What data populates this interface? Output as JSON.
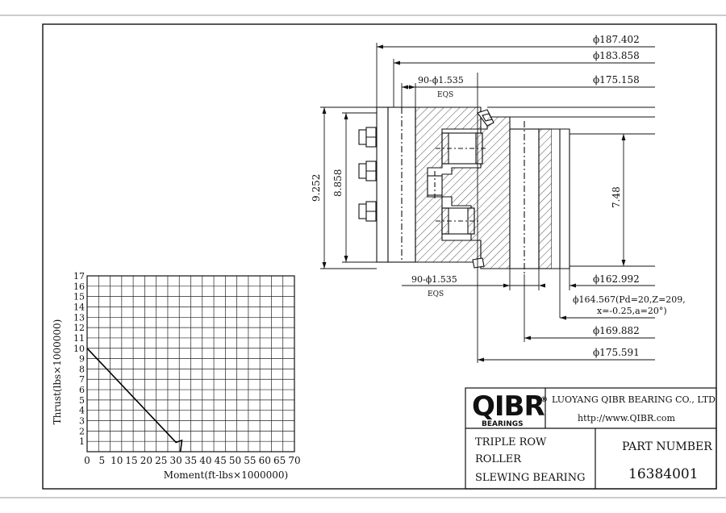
{
  "dimensions": {
    "d_187_402": "ϕ187.402",
    "d_183_858": "ϕ183.858",
    "d_175_158": "ϕ175.158",
    "holes_top": "90-ϕ1.535",
    "eqs_top": "EQS",
    "h_9_252": "9.252",
    "h_8_858": "8.858",
    "h_7_48": "7.48",
    "holes_bottom": "90-ϕ1.535",
    "eqs_bottom": "EQS",
    "d_162_992": "ϕ162.992",
    "gear_line1": "ϕ164.567(Pd=20,Z=209,",
    "gear_line2": "x=-0.25,a=20°)",
    "d_169_882": "ϕ169.882",
    "d_175_591": "ϕ175.591"
  },
  "title_block": {
    "logo": "QIBR",
    "logo_reg": "®",
    "logo_sub": "BEARINGS",
    "company": "LUOYANG QIBR BEARING CO., LTD",
    "website": "http://www.QIBR.com",
    "description_line1": "TRIPLE ROW",
    "description_line2": "ROLLER",
    "description_line3": "SLEWING BEARING",
    "part_number_label": "PART  NUMBER",
    "part_number": "16384001"
  },
  "chart_data": {
    "type": "line",
    "xlabel": "Moment(ft-lbs×1000000)",
    "ylabel": "Thrust(lbs×1000000)",
    "xlim": [
      0,
      70
    ],
    "ylim": [
      0,
      17
    ],
    "x_ticks": [
      "0",
      "5",
      "10",
      "15",
      "20",
      "25",
      "30",
      "35",
      "40",
      "45",
      "50",
      "55",
      "60",
      "65",
      "70"
    ],
    "y_ticks": [
      "1",
      "2",
      "3",
      "4",
      "5",
      "6",
      "7",
      "8",
      "9",
      "10",
      "11",
      "12",
      "13",
      "14",
      "15",
      "16",
      "17"
    ],
    "grid": true,
    "series": [
      {
        "points": [
          [
            0,
            10
          ],
          [
            30,
            0.9
          ],
          [
            32,
            1.1
          ],
          [
            31.5,
            0
          ]
        ]
      }
    ]
  }
}
